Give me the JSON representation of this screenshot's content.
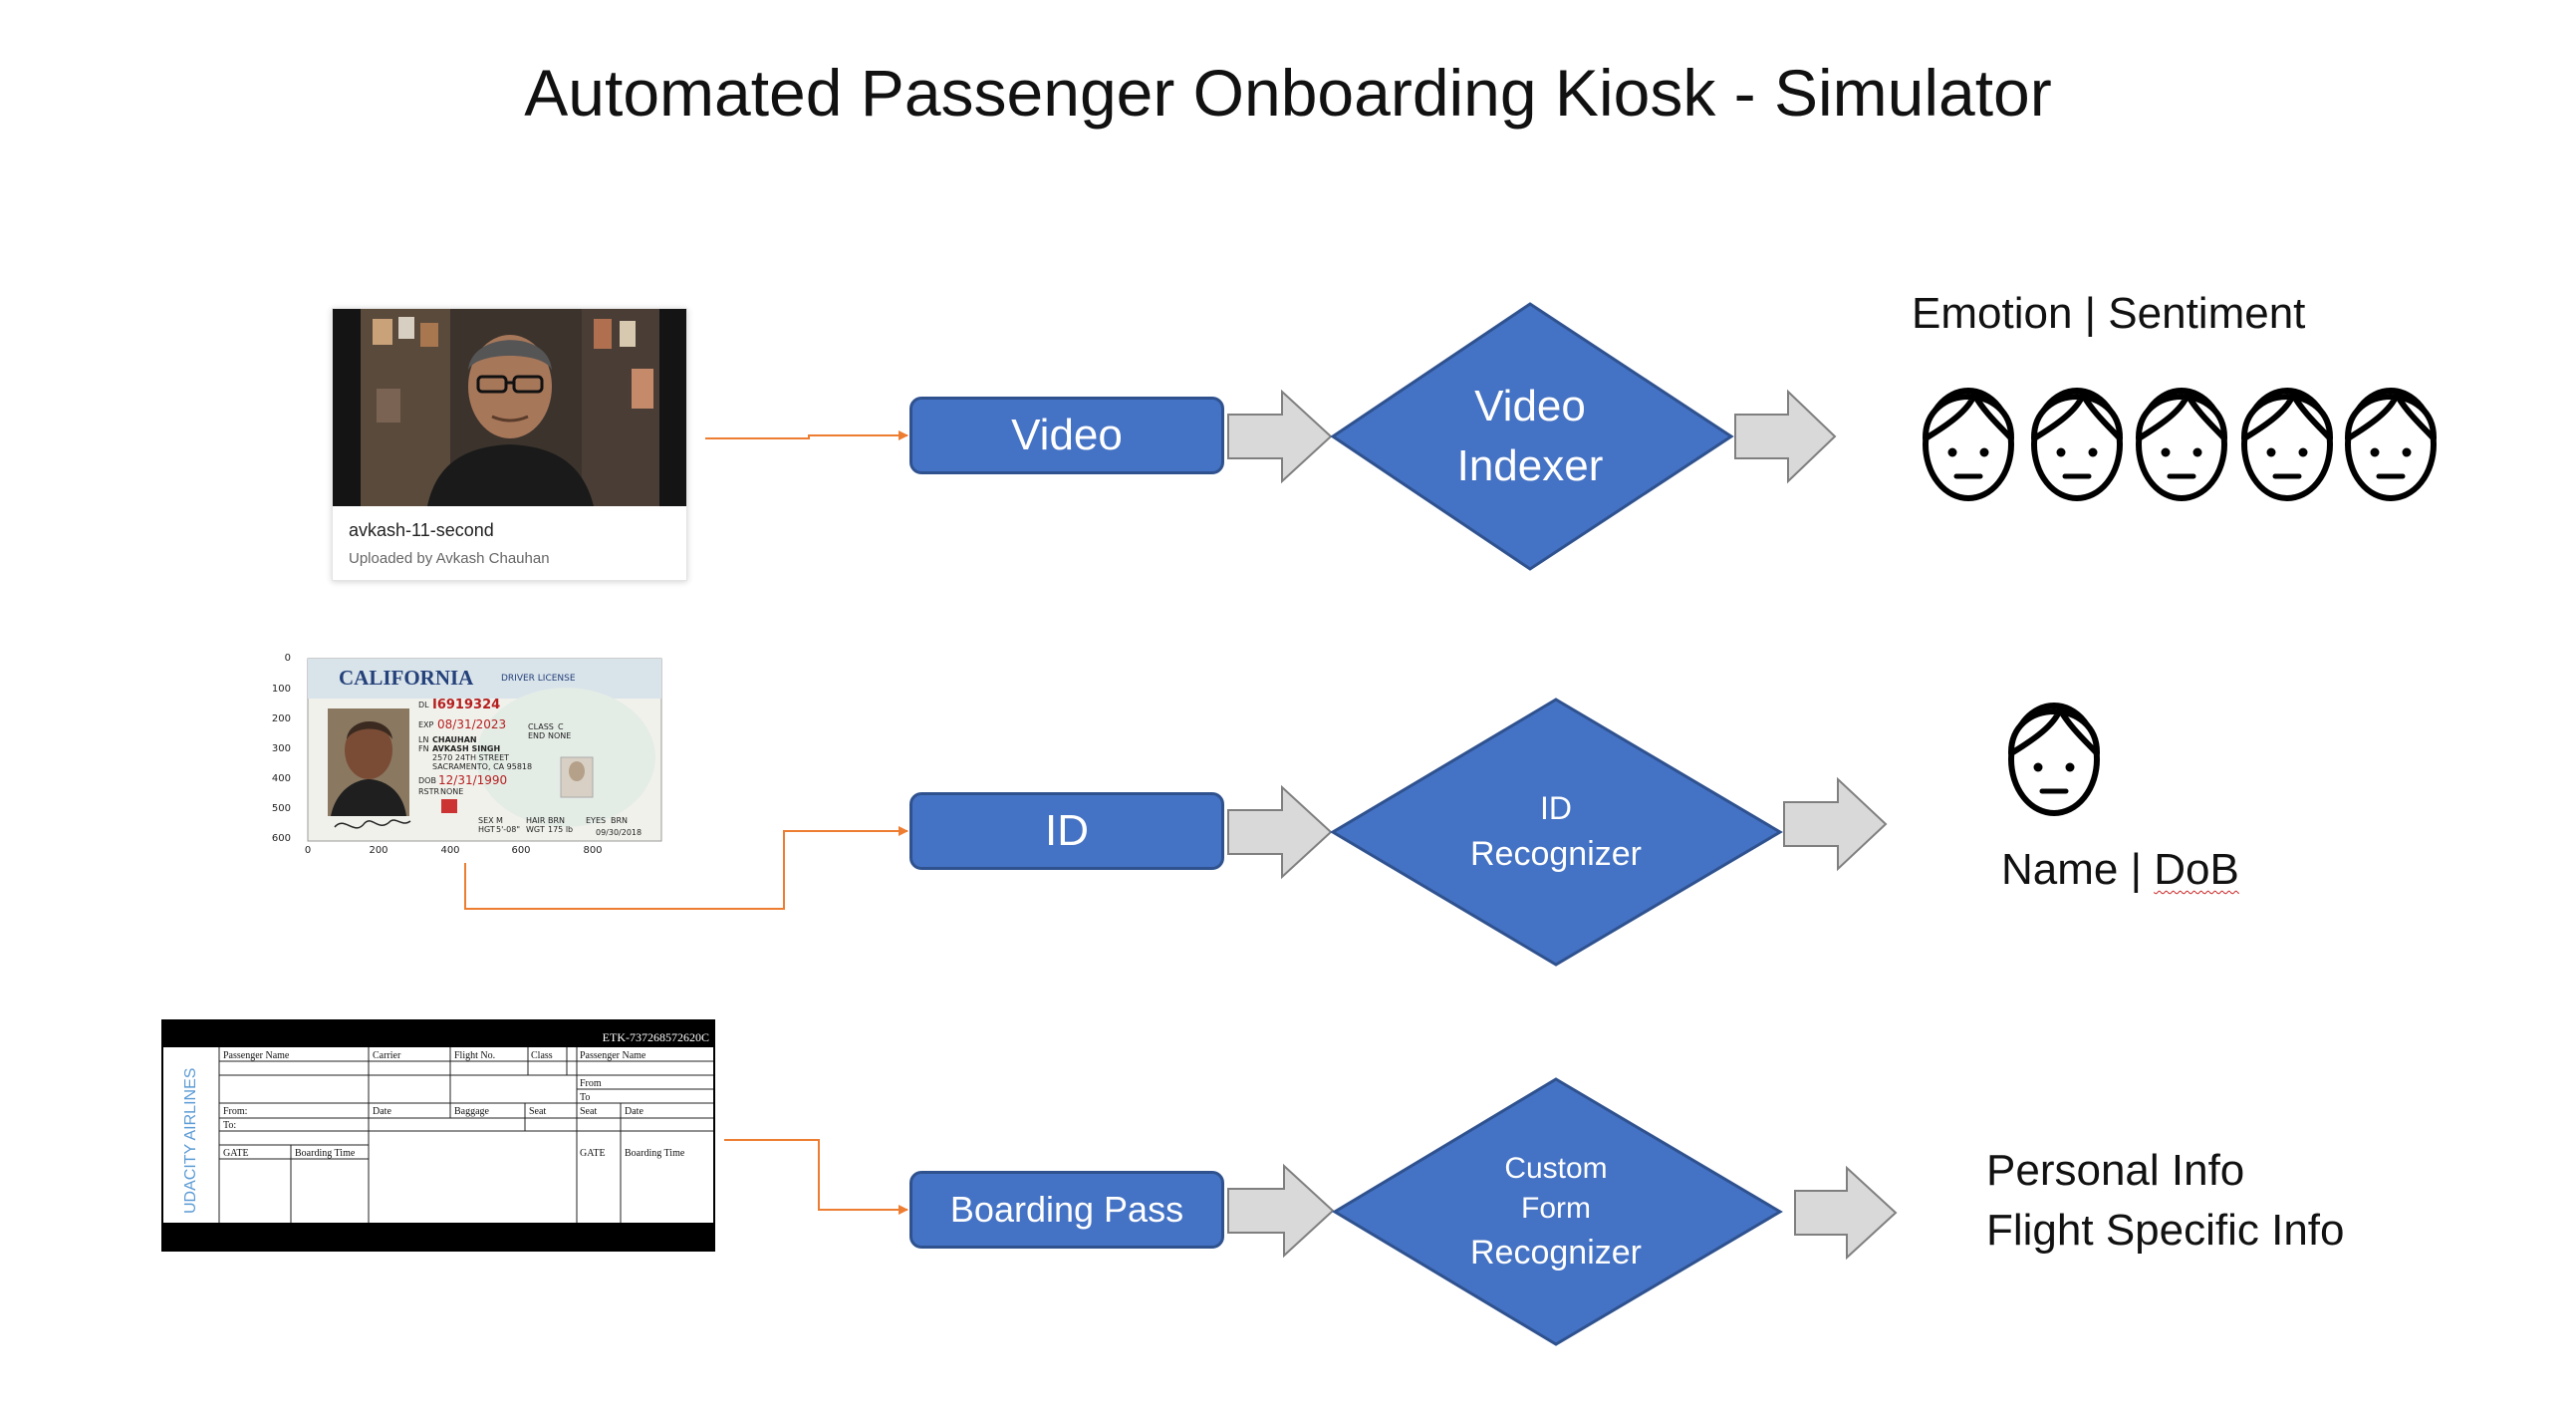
{
  "title": "Automated Passenger Onboarding Kiosk - Simulator",
  "video_input": {
    "title": "avkash-11-second",
    "uploaded_by": "Uploaded by Avkash Chauhan"
  },
  "id_input": {
    "state": "CALIFORNIA",
    "card_type": "DRIVER LICENSE",
    "dl_number": "I6919324",
    "exp": "08/31/2023",
    "last_name": "CHAUHAN",
    "first_name": "AVKASH SINGH",
    "address_1": "2570 24TH STREET",
    "address_2": "SACRAMENTO, CA 95818",
    "dob": "12/31/1990",
    "class": "C",
    "end": "NONE",
    "rstr": "NONE",
    "sex": "M",
    "hair": "BRN",
    "eyes": "BRN",
    "hgt": "5'-08\"",
    "wgt": "175 lb",
    "iss": "09/30/2018",
    "axis_y": [
      "0",
      "100",
      "200",
      "300",
      "400",
      "500",
      "600"
    ],
    "axis_x": [
      "0",
      "200",
      "400",
      "600",
      "800"
    ]
  },
  "pass_input": {
    "ticket_no": "ETK-737268572620C",
    "airline": "UDACITY AIRLINES",
    "fields": {
      "passenger_name": "Passenger Name",
      "carrier": "Carrier",
      "flight_no": "Flight No.",
      "class": "Class",
      "passenger_name_stub": "Passenger Name",
      "from_stub": "From",
      "to_stub": "To",
      "from": "From:",
      "to": "To:",
      "date": "Date",
      "baggage": "Baggage",
      "seat": "Seat",
      "seat_stub": "Seat",
      "date_stub": "Date",
      "gate": "GATE",
      "boarding_time": "Boarding Time",
      "gate_stub": "GATE",
      "boarding_time_stub": "Boarding Time"
    }
  },
  "steps": {
    "video": "Video",
    "id": "ID",
    "pass": "Boarding Pass"
  },
  "processors": {
    "video_1": "Video",
    "video_2": "Indexer",
    "id_1": "ID",
    "id_2": "Recognizer",
    "form_1": "Custom",
    "form_2": "Form",
    "form_3": "Recognizer"
  },
  "outputs": {
    "emotion": "Emotion | Sentiment",
    "name": "Name | ",
    "dob": "DoB",
    "personal": "Personal Info",
    "flight": "Flight Specific Info"
  },
  "colors": {
    "step_fill": "#4472c4",
    "step_border": "#2f528f",
    "arrow_fill": "#d9d9d9",
    "arrow_stroke": "#7f7f7f",
    "connector": "#ed7d31",
    "face_icon": "face-outline-icon"
  }
}
